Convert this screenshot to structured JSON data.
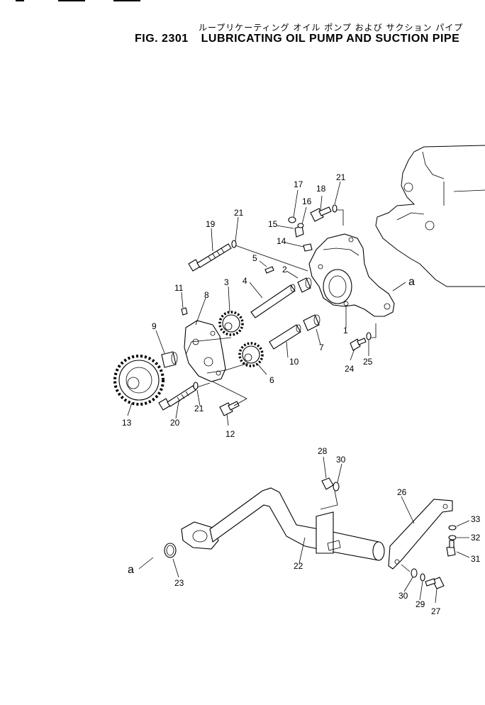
{
  "header": {
    "subtitle_jp": "ループリケーティング オイル ポンプ および サクション パイプ",
    "fig_number": "FIG. 2301",
    "title": "LUBRICATING OIL PUMP AND SUCTION PIPE"
  },
  "callouts": {
    "c1": "1",
    "c2": "2",
    "c3": "3",
    "c4": "4",
    "c5": "5",
    "c6": "6",
    "c7": "7",
    "c8": "8",
    "c9": "9",
    "c10": "10",
    "c11": "11",
    "c12": "12",
    "c13": "13",
    "c14": "14",
    "c15": "15",
    "c16": "16",
    "c17": "17",
    "c18": "18",
    "c19": "19",
    "c20": "20",
    "c21a": "21",
    "c21b": "21",
    "c21c": "21",
    "c22": "22",
    "c23": "23",
    "c24": "24",
    "c25": "25",
    "c26": "26",
    "c27": "27",
    "c28": "28",
    "c29": "29",
    "c30a": "30",
    "c30b": "30",
    "c31": "31",
    "c32": "32",
    "c33": "33",
    "ref_a_top": "a",
    "ref_a_bottom": "a"
  }
}
